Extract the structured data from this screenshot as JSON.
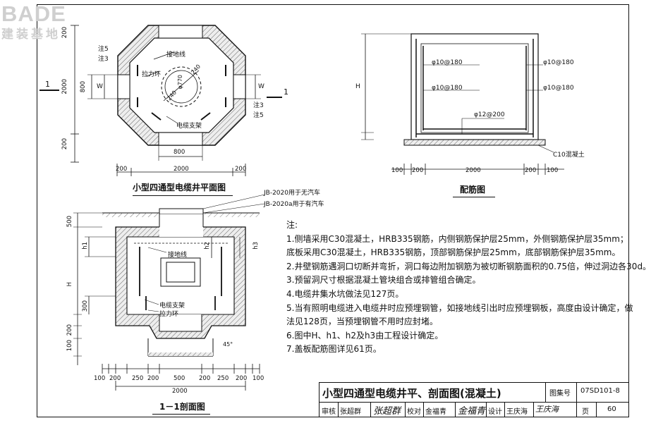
{
  "logo": {
    "main": "BADE",
    "sub": "建装基地"
  },
  "plan": {
    "caption": "小型四通型电缆井平面图",
    "labels": {
      "ground_wire": "接地线",
      "pull_ring": "拉力环",
      "cable_support": "电缆支架",
      "note5_a": "注5",
      "note3_a": "注3",
      "note3_b": "注3",
      "note5_b": "注5",
      "w_left": "W",
      "w_right": "W",
      "diameter": "φ770",
      "r240_a": "240",
      "r240_b": "240",
      "sec_left": "1",
      "sec_right": "1"
    },
    "dims": {
      "v2000": "2000",
      "v800": "800",
      "v200_top": "200",
      "v200_bottom": "200",
      "h800": "800",
      "h2000": "2000",
      "h200_left": "200",
      "h200_right": "200"
    }
  },
  "rebar": {
    "caption": "配筋图",
    "labels": {
      "h": "H",
      "r1": "φ10@180",
      "r2": "φ10@180",
      "r3": "φ10@180",
      "r4": "φ10@180",
      "r5": "φ12@200",
      "concrete": "C10混凝土"
    },
    "dims": {
      "d100_l": "100",
      "d200_l": "200",
      "d2000": "2000",
      "d200_r": "200",
      "d100_r": "100"
    }
  },
  "section": {
    "caption": "1－1剖面图",
    "labels": {
      "jb_no_car": "JB-2020用于无汽车",
      "jb_car": "JB-2020a用于有汽车",
      "ground_wire": "接地线",
      "cable_support": "电缆支架",
      "pull_ring": "拉力环",
      "angle": "45°"
    },
    "dims": {
      "v500": "500",
      "h1": "h1",
      "h": "H",
      "v300": "300",
      "v200": "200",
      "v100": "100",
      "h2": "h2",
      "h3": "h3",
      "b100_l": "100",
      "b200_l": "200",
      "b250_l": "250",
      "b200_m": "200",
      "b500": "500",
      "b200_m2": "200",
      "b250_r": "250",
      "b200_r": "200",
      "b100_r": "100",
      "b2000": "2000"
    }
  },
  "notes": {
    "heading": "注:",
    "items": [
      "1.侧墙采用C30混凝土，HRB335钢筋，内侧钢筋保护层25mm，外侧钢筋保护层35mm；",
      "   底板采用C30混凝土，HRB335钢筋，顶部钢筋保护层25mm，底部钢筋保护层35mm。",
      "2.井壁钢筋遇洞口切断并弯折，洞口每边附加钢筋为被切断钢筋面积的0.75倍，伸过洞边各30d。",
      "3.预留洞尺寸根据混凝土管块组合或排管组合确定。",
      "4.电缆井集水坑做法见127页。",
      "5.当有照明电缆进入电缆井时应预埋钢管，如接地线引出时应预埋钢板，高度由设计确定，做",
      "   法见128页，当预埋钢管不用时应封堵。",
      "6.图中H、h1、h2及h3由工程设计确定。",
      "7.盖板配筋图详见61页。"
    ]
  },
  "titleblock": {
    "title": "小型四通型电缆井平、剖面图(混凝土)",
    "atlas_label": "图集号",
    "atlas_no": "07SD101-8",
    "review_label": "审核",
    "reviewer": "张超群",
    "reviewer_sig": "张超群",
    "check_label": "校对",
    "checker": "金福青",
    "checker_sig": "金福青",
    "design_label": "设计",
    "designer": "王庆海",
    "designer_sig": "王庆海",
    "page_label": "页",
    "page_no": "60"
  }
}
